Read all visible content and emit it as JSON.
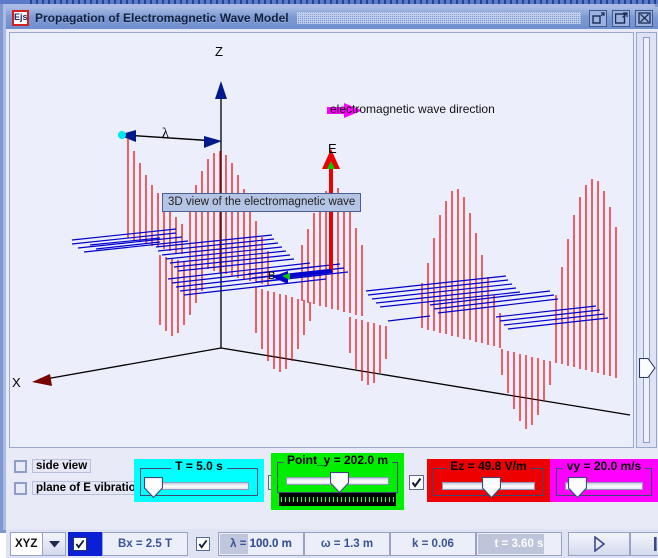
{
  "window": {
    "title": "Propagation of Electromagnetic Wave Model",
    "app_icon": "ejs-icon",
    "buttons": {
      "minimize": "minimize-icon",
      "maximize": "maximize-icon",
      "close": "close-icon"
    }
  },
  "canvas": {
    "tooltip": "3D view of the electromagnetic wave",
    "axis_z": "Z",
    "axis_x": "X",
    "wavelength_symbol": "λ",
    "e_field_label": "E",
    "b_field_label": "B",
    "direction_label": "electromagnetic wave direction",
    "colors": {
      "background": "#edeefc",
      "e_field": "#ee0000",
      "b_field": "#0000cc",
      "direction_arrow": "#ff00ff",
      "axis": "#000000",
      "z_arrow": "#001a8c",
      "x_arrow": "#7a0000",
      "origin_dot": "#00e5ee"
    }
  },
  "checkboxes": {
    "side_view": {
      "label": "side view",
      "checked": false
    },
    "plane_of_e": {
      "label": "plane of E vibration",
      "checked": false
    }
  },
  "sliders": [
    {
      "name": "period",
      "label": "T = 5.0 s",
      "value_fraction": 0.03,
      "bg": "#00ffff"
    },
    {
      "name": "point_y",
      "label": "Point_y = 202.0 m",
      "value_fraction": 0.5,
      "bg": "#00ee00"
    },
    {
      "name": "ez",
      "label": "Ez = 49.8 V/m",
      "value_fraction": 0.52,
      "bg": "#ee0000"
    },
    {
      "name": "vy",
      "label": "vy = 20.0 m/s",
      "value_fraction": 0.17,
      "bg": "#ff00ff"
    }
  ],
  "inline_checks": {
    "point_y_enable": {
      "checked": true
    },
    "ez_enable": {
      "checked": true
    }
  },
  "toolbar": {
    "view_selector": {
      "value": "XYZ",
      "arrow": "chevron-down-icon"
    },
    "bx_enable": {
      "checked": true
    },
    "bx_swatch_color": "#0a1fd6",
    "bx_field": "Bx = 2.5 T",
    "lambda_enable": {
      "checked": true
    },
    "lambda_field": "λ = 100.0 m",
    "omega_field": "ω = 1.3 m",
    "k_field": "k = 0.06",
    "t_field": "t = 3.60 s",
    "play_button": "play-icon",
    "step_button": "step-icon",
    "reset_button": "reset-icon"
  }
}
